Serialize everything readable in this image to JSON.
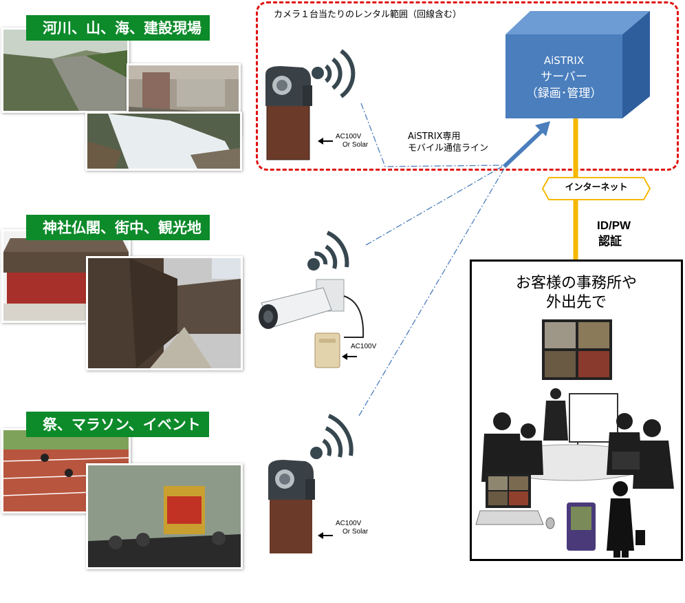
{
  "scenes": [
    {
      "label": "河川、山、海、建設現場"
    },
    {
      "label": "神社仏閣、街中、観光地"
    },
    {
      "label": "祭、マラソン、イベント"
    }
  ],
  "rental_note": "カメラ１台当たりのレンタル範囲（回線含む）",
  "power": {
    "cam1": {
      "line1": "AC100V",
      "line2": "Or Solar"
    },
    "cam2": {
      "line1": "AC100V"
    },
    "cam3": {
      "line1": "AC100V",
      "line2": "Or Solar"
    }
  },
  "mobile_line": {
    "line1": "AiSTRIX専用",
    "line2": "モバイル通信ライン"
  },
  "server": {
    "line1": "AiSTRIX",
    "line2": "サーバー",
    "line3": "（録画･管理）"
  },
  "internet": "インターネット",
  "auth": {
    "line1": "ID/PW",
    "line2": "認証"
  },
  "office": {
    "line1": "お客様の事務所や",
    "line2": "外出先で"
  },
  "colors": {
    "rental_border": "#e01010",
    "server": "#4a7ebd",
    "green_label": "#0d8a2a",
    "internet_line": "#f5b800",
    "link_line": "#4a7ebd"
  }
}
